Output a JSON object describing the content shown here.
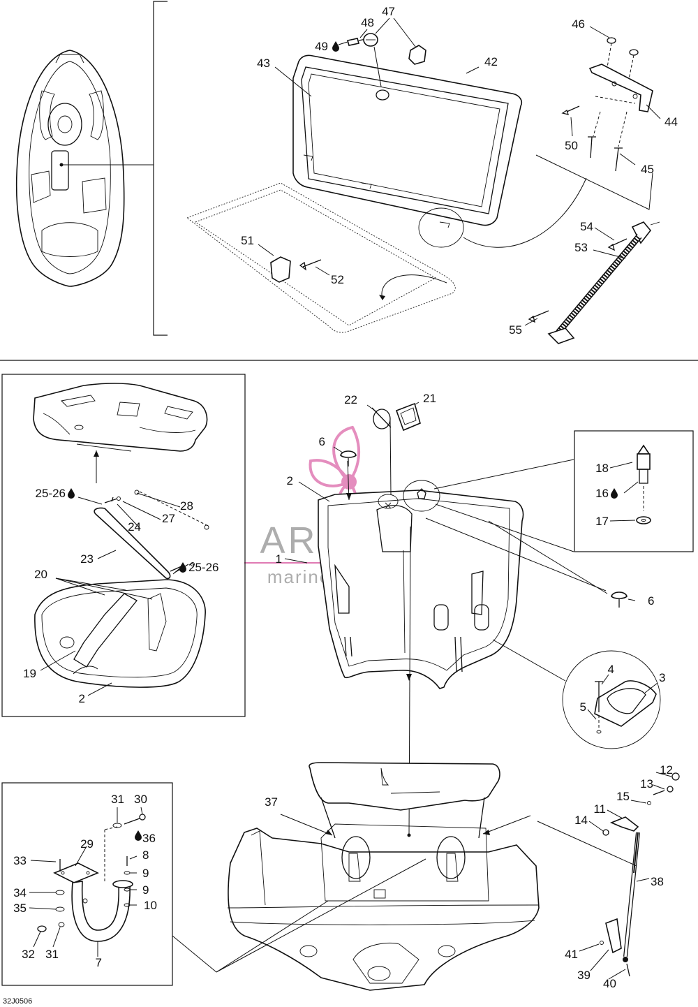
{
  "diagram": {
    "doc_code": "32J0506",
    "watermark": {
      "title": "ARMADA",
      "subtitle": "marine outboards",
      "accent_color": "#e07ab3"
    },
    "callouts": {
      "c42": "42",
      "c43": "43",
      "c44": "44",
      "c45": "45",
      "c46": "46",
      "c47": "47",
      "c48": "48",
      "c49": "49",
      "c50": "50",
      "c51": "51",
      "c52": "52",
      "c53": "53",
      "c54": "54",
      "c55": "55",
      "c1": "1",
      "c2a": "2",
      "c2b": "2",
      "c3": "3",
      "c4": "4",
      "c5": "5",
      "c6a": "6",
      "c6b": "6",
      "c7": "7",
      "c8": "8",
      "c9a": "9",
      "c9b": "9",
      "c10": "10",
      "c11": "11",
      "c12": "12",
      "c13": "13",
      "c14": "14",
      "c15": "15",
      "c16": "16",
      "c17": "17",
      "c18": "18",
      "c19": "19",
      "c20": "20",
      "c21": "21",
      "c22": "22",
      "c23": "23",
      "c24": "24",
      "c25a": "25-26",
      "c25b": "25-26",
      "c27": "27",
      "c28": "28",
      "c29": "29",
      "c30": "30",
      "c31a": "31",
      "c31b": "31",
      "c32": "32",
      "c33": "33",
      "c34": "34",
      "c35": "35",
      "c36": "36",
      "c37": "37",
      "c38": "38",
      "c39": "39",
      "c40": "40",
      "c41": "41"
    },
    "icons": {
      "adhesive": "drop-icon"
    }
  }
}
